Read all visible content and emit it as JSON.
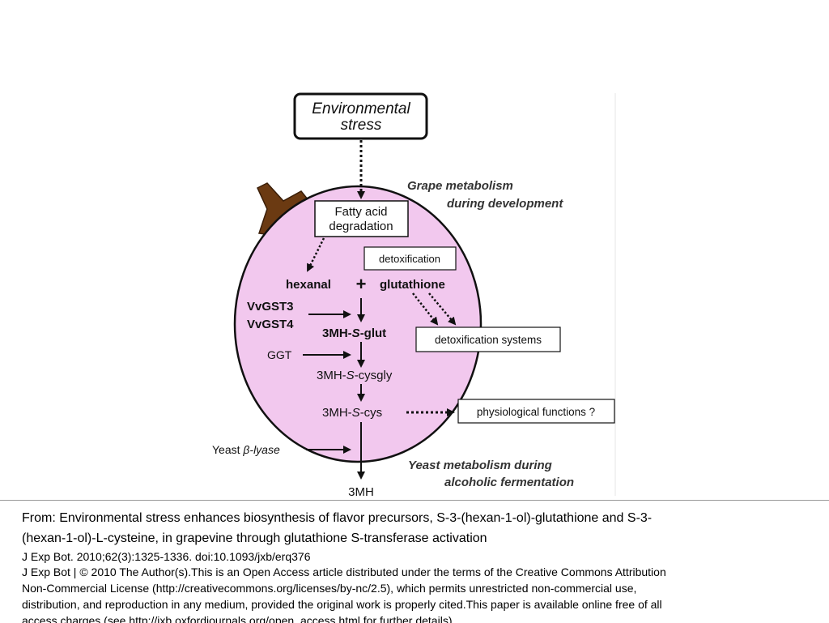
{
  "diagram": {
    "nodes": {
      "env_stress_line1": "Environmental",
      "env_stress_line2": "stress",
      "grape_metabolism_line1": "Grape metabolism",
      "grape_metabolism_line2": "during development",
      "fatty_acid_line1": "Fatty acid",
      "fatty_acid_line2": "degradation",
      "detox_box": "detoxification",
      "hexanal": "hexanal",
      "plus": "+",
      "glutathione": "glutathione",
      "vvgst3": "VvGST3",
      "vvgst4": "VvGST4",
      "mh_glut_prefix": "3MH-",
      "mh_glut_s": "S",
      "mh_glut_suffix": "-glut",
      "detox_systems": "detoxification systems",
      "ggt": "GGT",
      "cysgly_prefix": "3MH-",
      "cysgly_s": "S",
      "cysgly_suffix": "-cysgly",
      "cys_prefix": "3MH-",
      "cys_s": "S",
      "cys_suffix": "-cys",
      "physio": "physiological functions ?",
      "yeast_prefix": "Yeast ",
      "yeast_beta": "β",
      "yeast_suffix": "-lyase",
      "yeast_metabolism_line1": "Yeast metabolism during",
      "yeast_metabolism_line2": "alcoholic fermentation",
      "mh3": "3MH"
    },
    "colors": {
      "berry_fill": "#f2c8ee",
      "stem": "#6b3a12",
      "ink": "#111111"
    }
  },
  "caption": {
    "title_line1": "From: Environmental stress enhances biosynthesis of flavor precursors, S-3-(hexan-1-ol)-glutathione and S-3-",
    "title_line2": "(hexan-1-ol)-L-cysteine, in grapevine through glutathione S-transferase activation",
    "citation": "J Exp Bot. 2010;62(3):1325-1336. doi:10.1093/jxb/erq376",
    "license_line1": "J Exp Bot | © 2010 The Author(s).This is an Open Access article distributed under the terms of the Creative Commons Attribution",
    "license_line2": "Non-Commercial License (http://creativecommons.org/licenses/by-nc/2.5), which permits unrestricted non-commercial use,",
    "license_line3": "distribution, and reproduction in any medium, provided the original work is properly cited.This paper is available online free of all",
    "license_line4": "access charges (see http://jxb.oxfordjournals.org/open_access.html for further details)"
  }
}
